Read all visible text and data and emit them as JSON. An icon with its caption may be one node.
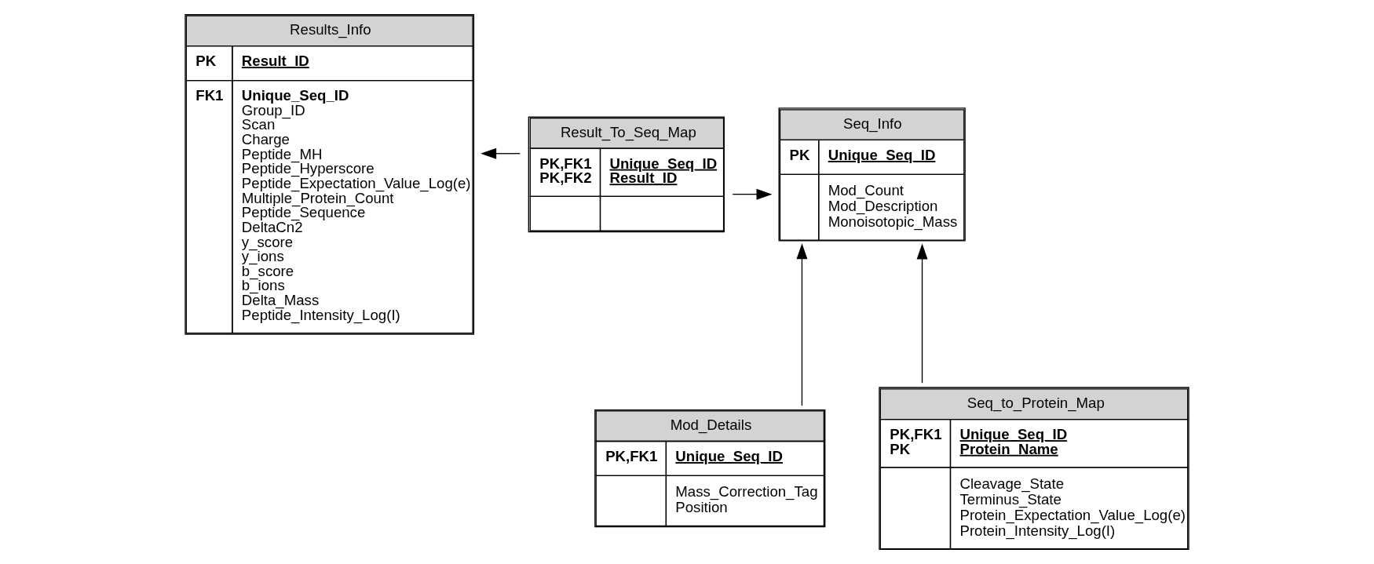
{
  "diagram": {
    "nodes": [
      {
        "text": [
          "Results_Info",
          "PK",
          "Result_ID",
          "FK1",
          "Unique_Seq_ID",
          "Group_ID",
          "Scan",
          "Charge",
          "Peptide_MH",
          "Peptide_Hyperscore",
          "Peptide_Expectation_Value_Log(e)",
          "Multiple_Protein_Count",
          "Peptide_Sequence",
          "DeltaCn2",
          "y_score",
          "y_ions",
          "b_score",
          "b_ions",
          "Delta_Mass",
          "Peptide_Intensity_Log(I)"
        ]
      },
      {
        "text": [
          "Result_To_Seq_Map",
          "PK,FK1",
          "PK,FK2",
          "Unique_Seq_ID",
          "Result_ID"
        ]
      },
      {
        "text": [
          "Seq_Info",
          "PK",
          "Unique_Seq_ID",
          "Mod_Count",
          "Mod_Description",
          "Monoisotopic_Mass"
        ]
      },
      {
        "text": [
          "Mod_Details",
          "PK,FK1",
          "Unique_Seq_ID",
          "Mass_Correction_Tag",
          "Position"
        ]
      },
      {
        "text": [
          "Seq_to_Protein_Map",
          "PK,FK1",
          "PK",
          "Unique_Seq_ID",
          "Protein_Name",
          "Cleavage_State",
          "Terminus_State",
          "Protein_Expectation_Value_Log(e)",
          "Protein_Intensity_Log(I)"
        ]
      }
    ],
    "edges": [
      {
        "from": 1,
        "to": 0,
        "arrow": "to"
      },
      {
        "from": 1,
        "to": 2,
        "arrow": "to"
      },
      {
        "from": 3,
        "to": 2,
        "arrow": "to"
      },
      {
        "from": 4,
        "to": 2,
        "arrow": "to"
      }
    ]
  }
}
